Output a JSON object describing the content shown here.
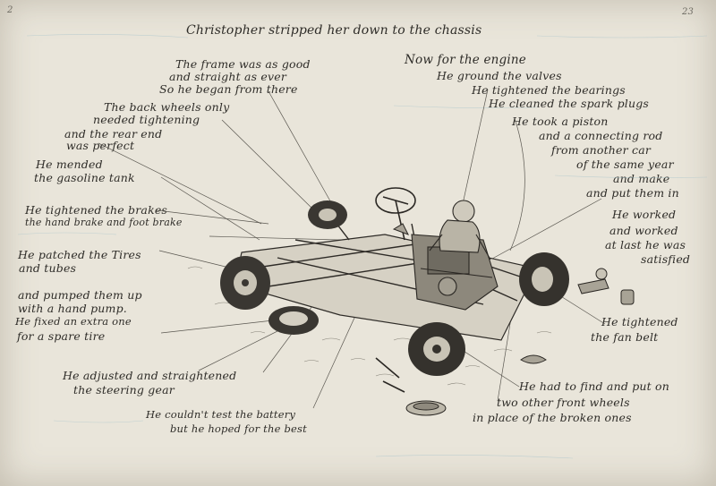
{
  "page_numbers": {
    "left": "2",
    "right": "23"
  },
  "title": "Christopher stripped her down to the chassis",
  "left_notes": {
    "frame_1": "The frame was as good",
    "frame_2": "and straight as ever",
    "frame_3": "So he began from there",
    "back_wheels_1": "The back wheels only",
    "back_wheels_2": "needed tightening",
    "rear_end_1": "and the rear end",
    "rear_end_2": "was perfect",
    "gas_tank_1": "He mended",
    "gas_tank_2": "the gasoline tank",
    "brakes_1": "He tightened the brakes",
    "brakes_2": "the hand brake and foot brake",
    "tires_1": "He patched the Tires",
    "tires_2": "and tubes",
    "pumped_1": "and pumped them up",
    "pumped_2": "with a hand pump.",
    "pumped_3": "He fixed an extra one",
    "pumped_4": "for a spare tire",
    "steering_1": "He adjusted and straightened",
    "steering_2": "the steering gear",
    "battery_1": "He couldn't test the battery",
    "battery_2": "but he hoped for the best"
  },
  "right_notes": {
    "engine_1": "Now for the engine",
    "engine_2": "He ground the valves",
    "engine_3": "He tightened the bearings",
    "engine_4": "He cleaned the spark plugs",
    "piston_1": "He took a piston",
    "piston_2": "and a connecting rod",
    "piston_3": "from another car",
    "piston_4": "of the same year",
    "piston_5": "and make",
    "piston_6": "and put them in",
    "worked_1": "He worked",
    "worked_2": "and worked",
    "worked_3": "at last he was",
    "worked_4": "satisfied",
    "fan_1": "He tightened",
    "fan_2": "the fan belt",
    "wheels_1": "He had to find and put on",
    "wheels_2": "two other front wheels",
    "wheels_3": "in place of the broken ones"
  }
}
